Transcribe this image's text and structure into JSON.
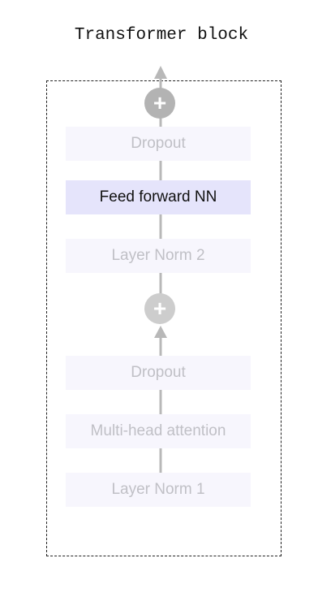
{
  "title": "Transformer block",
  "blocks": [
    {
      "id": "dropout-top",
      "label": "Dropout",
      "state": "dim"
    },
    {
      "id": "feed-forward",
      "label": "Feed forward NN",
      "state": "active"
    },
    {
      "id": "layer-norm-2",
      "label": "Layer Norm 2",
      "state": "dim"
    },
    {
      "id": "dropout-bottom",
      "label": "Dropout",
      "state": "dim"
    },
    {
      "id": "multi-head-attention",
      "label": "Multi-head attention",
      "state": "dim"
    },
    {
      "id": "layer-norm-1",
      "label": "Layer Norm 1",
      "state": "dim"
    }
  ],
  "add_nodes": [
    {
      "id": "add-top",
      "symbol": "+"
    },
    {
      "id": "add-bottom",
      "symbol": "+"
    }
  ],
  "colors": {
    "active_fill": "#e5e4fb",
    "dim_fill": "#f7f6fd",
    "dim_text": "#c0c0c6",
    "active_text": "#111111",
    "connector": "#b8b8b8",
    "add_top_fill": "#b3b3b3",
    "add_bottom_fill": "#cdcdcd"
  }
}
